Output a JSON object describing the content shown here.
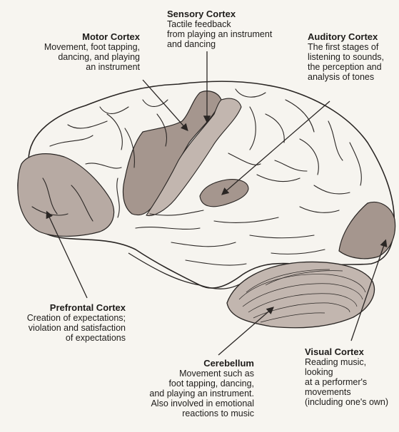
{
  "labels": {
    "sensory": {
      "title": "Sensory Cortex",
      "lines": [
        "Tactile feedback",
        "from playing an instrument",
        "and dancing"
      ]
    },
    "motor": {
      "title": "Motor Cortex",
      "lines": [
        "Movement, foot tapping,",
        "dancing, and playing",
        "an instrument"
      ]
    },
    "auditory": {
      "title": "Auditory Cortex",
      "lines": [
        "The first stages of",
        "listening to sounds,",
        "the perception and",
        "analysis of tones"
      ]
    },
    "prefrontal": {
      "title": "Prefrontal Cortex",
      "lines": [
        "Creation of expectations;",
        "violation and satisfaction",
        "of expectations"
      ]
    },
    "cerebellum": {
      "title": "Cerebellum",
      "lines": [
        "Movement such as",
        "foot tapping, dancing,",
        "and playing an instrument.",
        "Also involved in emotional",
        "reactions to music"
      ]
    },
    "visual": {
      "title": "Visual Cortex",
      "lines": [
        "Reading music,",
        "looking",
        "at a performer's",
        "movements",
        "(including one's own)"
      ]
    }
  },
  "colors": {
    "outline": "#2a2624",
    "highlight": "#b7aaa3",
    "highlight_dark": "#a5968e",
    "background": "#f7f5f0"
  }
}
